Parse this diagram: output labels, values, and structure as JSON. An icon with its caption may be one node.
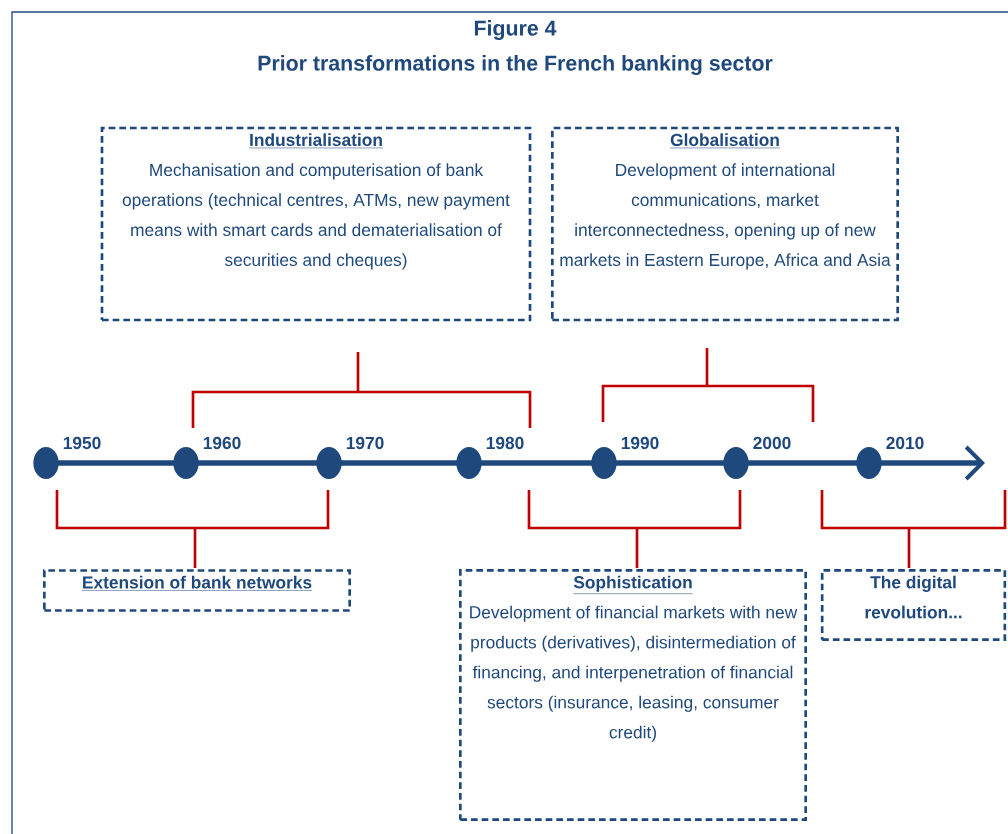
{
  "diagram": {
    "title": "Figure 4",
    "nodes": [
      {
        "text": [
          "Industrialisation",
          "Mechanisation and computerisation of bank operations (technical centres, ATMs, new payment means with smart cards and dematerialisation of securities and cheques)"
        ]
      },
      {
        "text": [
          "Globalisation",
          "Development of international communications, market interconnectedness, opening up of new markets in Eastern Europe, Africa and Asia"
        ]
      },
      {
        "text": [],
        "shape": "circle",
        "beside": [
          "1950"
        ]
      },
      {
        "text": [],
        "shape": "circle",
        "beside": [
          "1960"
        ]
      },
      {
        "text": [],
        "shape": "circle",
        "beside": [
          "1970"
        ]
      },
      {
        "text": [],
        "shape": "circle",
        "beside": [
          "1980"
        ]
      },
      {
        "text": [],
        "shape": "circle",
        "beside": [
          "1990"
        ]
      },
      {
        "text": [],
        "shape": "circle",
        "beside": [
          "2000"
        ]
      },
      {
        "text": [],
        "shape": "circle",
        "beside": [
          "2010"
        ]
      },
      {
        "text": [
          "Extension of bank networks"
        ]
      },
      {
        "text": [
          "Sophistication",
          "Development of financial markets with new products (derivatives), disintermediation of financing, and interpenetration of financial sectors (insurance, leasing, consumer credit)"
        ]
      },
      {
        "text": [
          "The digital revolution..."
        ]
      }
    ],
    "edges": [],
    "labels": [
      "Prior transformations in the French banking sector"
    ]
  }
}
